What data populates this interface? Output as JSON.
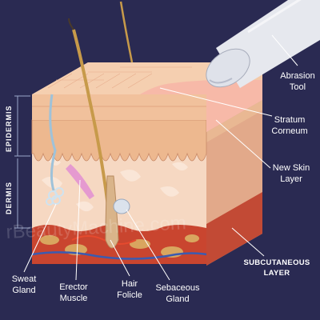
{
  "labels": {
    "abrasion_tool": [
      "Abrasion",
      "Tool"
    ],
    "stratum_corneum": [
      "Stratum",
      "Corneum"
    ],
    "new_skin_layer": [
      "New Skin",
      "Layer"
    ],
    "subcutaneous_layer": [
      "SUBCUTANEOUS",
      "LAYER"
    ],
    "sweat_gland": [
      "Sweat",
      "Gland"
    ],
    "erector_muscle": [
      "Erector",
      "Muscle"
    ],
    "hair_folicle": [
      "Hair",
      "Folicle"
    ],
    "sebaceous_gland": [
      "Sebaceous",
      "Gland"
    ],
    "epidermis": "EPIDERMIS",
    "dermis": "DERMIS"
  },
  "watermark": "rBeautyMachine.com",
  "colors": {
    "background": "#2a2a52",
    "surface": "#f3c9a8",
    "epidermis": "#edb88f",
    "dermis": "#f6d8c2",
    "subcutaneous": "#c9452f",
    "hair": "#c79a4a",
    "tool": "#e6e8ee"
  }
}
